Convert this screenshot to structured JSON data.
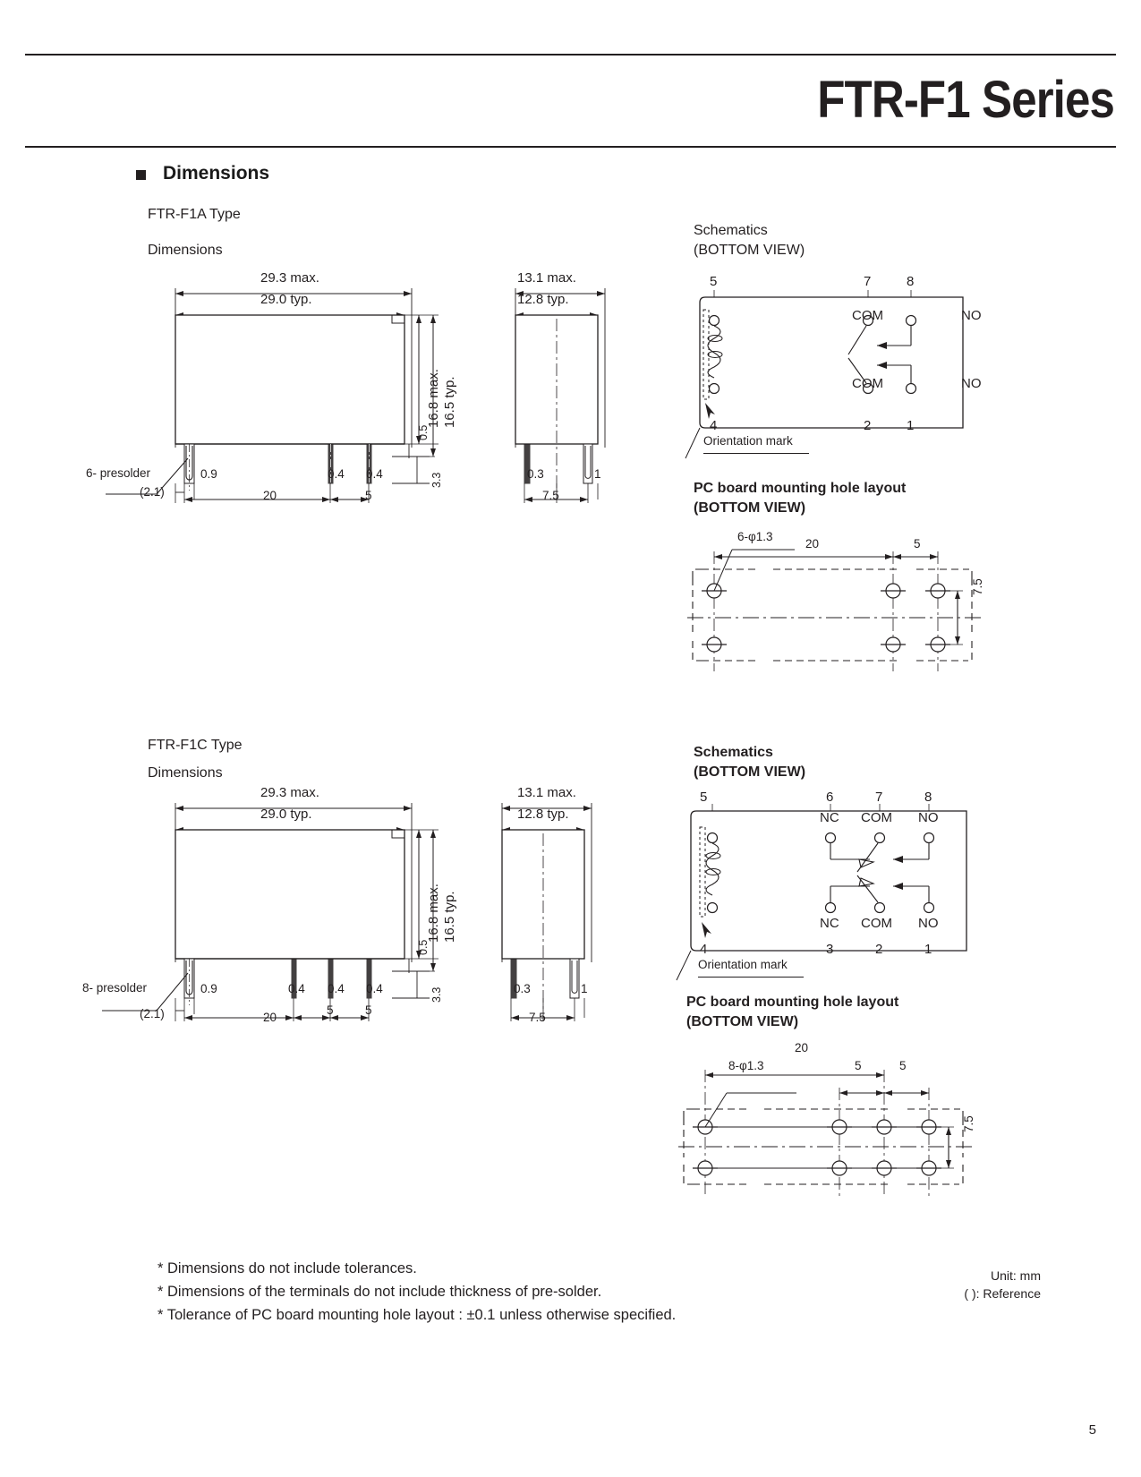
{
  "header": {
    "series_title": "FTR-F1 Series",
    "section_heading": "Dimensions"
  },
  "page_number": "5",
  "variants": [
    {
      "id": "f1a",
      "type_label": "FTR-F1A Type",
      "dimensions_label": "Dimensions",
      "front_view": {
        "width_max": "29.3 max.",
        "width_typ": "29.0 typ.",
        "height_max": "16.8 max.",
        "height_typ": "16.5 typ.",
        "step_small": "0.5",
        "pin_length": "3.3",
        "presolder_note": "6- presolder",
        "presolder_ref": "(2.1)",
        "pin_widths": [
          "0.9",
          "0.4",
          "0.4"
        ],
        "pitch_main": "20",
        "pitch_sub": "5"
      },
      "side_view": {
        "width_max": "13.1 max.",
        "width_typ": "12.8 typ.",
        "pin_width": "0.3",
        "edge_dim": "1",
        "pitch": "7.5"
      },
      "schematic": {
        "title_line1": "Schematics",
        "title_line2": "(BOTTOM VIEW)",
        "top_pins": [
          "5",
          "7",
          "8"
        ],
        "bottom_pins": [
          "4",
          "2",
          "1"
        ],
        "contact_labels_left": [
          "COM",
          "COM"
        ],
        "contact_labels_right": [
          "NO",
          "NO"
        ],
        "orientation_mark": "Orientation mark"
      },
      "pcb": {
        "title_line1": "PC board mounting hole layout",
        "title_line2": "(BOTTOM VIEW)",
        "hole_spec": "6-φ1.3",
        "dim_main": "20",
        "dim_sub": "5",
        "dim_vertical": "7.5"
      }
    },
    {
      "id": "f1c",
      "type_label": "FTR-F1C Type",
      "dimensions_label": "Dimensions",
      "front_view": {
        "width_max": "29.3 max.",
        "width_typ": "29.0 typ.",
        "height_max": "16.8 max.",
        "height_typ": "16.5 typ.",
        "step_small": "0.5",
        "pin_length": "3.3",
        "presolder_note": "8- presolder",
        "presolder_ref": "(2.1)",
        "pin_widths": [
          "0.9",
          "0.4",
          "0.4",
          "0.4"
        ],
        "pitch_main": "20",
        "pitch_sub_1": "5",
        "pitch_sub_2": "5"
      },
      "side_view": {
        "width_max": "13.1 max.",
        "width_typ": "12.8 typ.",
        "pin_width": "0.3",
        "edge_dim": "1",
        "pitch": "7.5"
      },
      "schematic": {
        "title_line1": "Schematics",
        "title_line2": "(BOTTOM VIEW)",
        "top_pins": [
          "5",
          "6",
          "7",
          "8"
        ],
        "bottom_pins": [
          "4",
          "3",
          "2",
          "1"
        ],
        "top_contact_labels": [
          "NC",
          "COM",
          "NO"
        ],
        "bottom_contact_labels": [
          "NC",
          "COM",
          "NO"
        ],
        "orientation_mark": "Orientation mark"
      },
      "pcb": {
        "title_line1": "PC board mounting hole layout",
        "title_line2": "(BOTTOM VIEW)",
        "hole_spec": "8-φ1.3",
        "dim_main": "20",
        "dim_sub_1": "5",
        "dim_sub_2": "5",
        "dim_vertical": "7.5"
      }
    }
  ],
  "notes": [
    "*  Dimensions do not include tolerances.",
    "* Dimensions of the terminals do not include thickness of pre-solder.",
    "* Tolerance of PC board mounting hole layout : ±0.1 unless otherwise specified."
  ],
  "unit_notes": [
    "Unit: mm",
    "( ): Reference"
  ],
  "colors": {
    "ink": "#231f20",
    "paper": "#ffffff"
  }
}
